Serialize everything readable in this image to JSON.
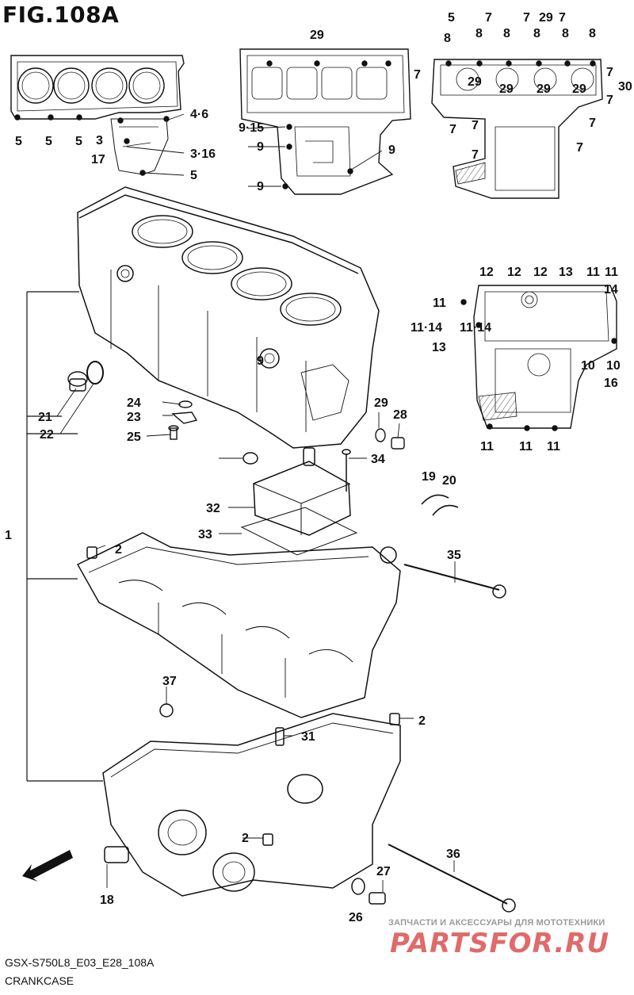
{
  "figure": {
    "title": "FIG.108A",
    "model_code": "GSX-S750L8_E03_E28_108A",
    "part_group": "CRANKCASE"
  },
  "watermark": {
    "tagline": "ЗАПЧАСТИ И АКСЕССУАРЫ ДЛЯ МОТОТЕХНИКИ",
    "logo_text": "PARTSFOR.RU",
    "logo_color": "#e06a6a"
  },
  "fwd_label": "FWD",
  "callouts": [
    "1",
    "2",
    "2",
    "2",
    "3",
    "3·16",
    "4·6",
    "5",
    "5",
    "5",
    "5",
    "5",
    "7",
    "7",
    "7",
    "7",
    "7",
    "7",
    "7",
    "7",
    "7",
    "7",
    "7",
    "8",
    "8",
    "8",
    "8",
    "8",
    "8",
    "9",
    "9",
    "9",
    "9",
    "9·15",
    "10",
    "10",
    "11",
    "11",
    "11",
    "11",
    "11",
    "11",
    "11·14",
    "11·14",
    "12",
    "12",
    "12",
    "13",
    "13",
    "14",
    "16",
    "17",
    "18",
    "19",
    "20",
    "21",
    "22",
    "23",
    "24",
    "25",
    "26",
    "27",
    "28",
    "29",
    "29",
    "29",
    "29",
    "29",
    "29",
    "29",
    "30",
    "31",
    "32",
    "33",
    "34",
    "35",
    "36",
    "37"
  ]
}
